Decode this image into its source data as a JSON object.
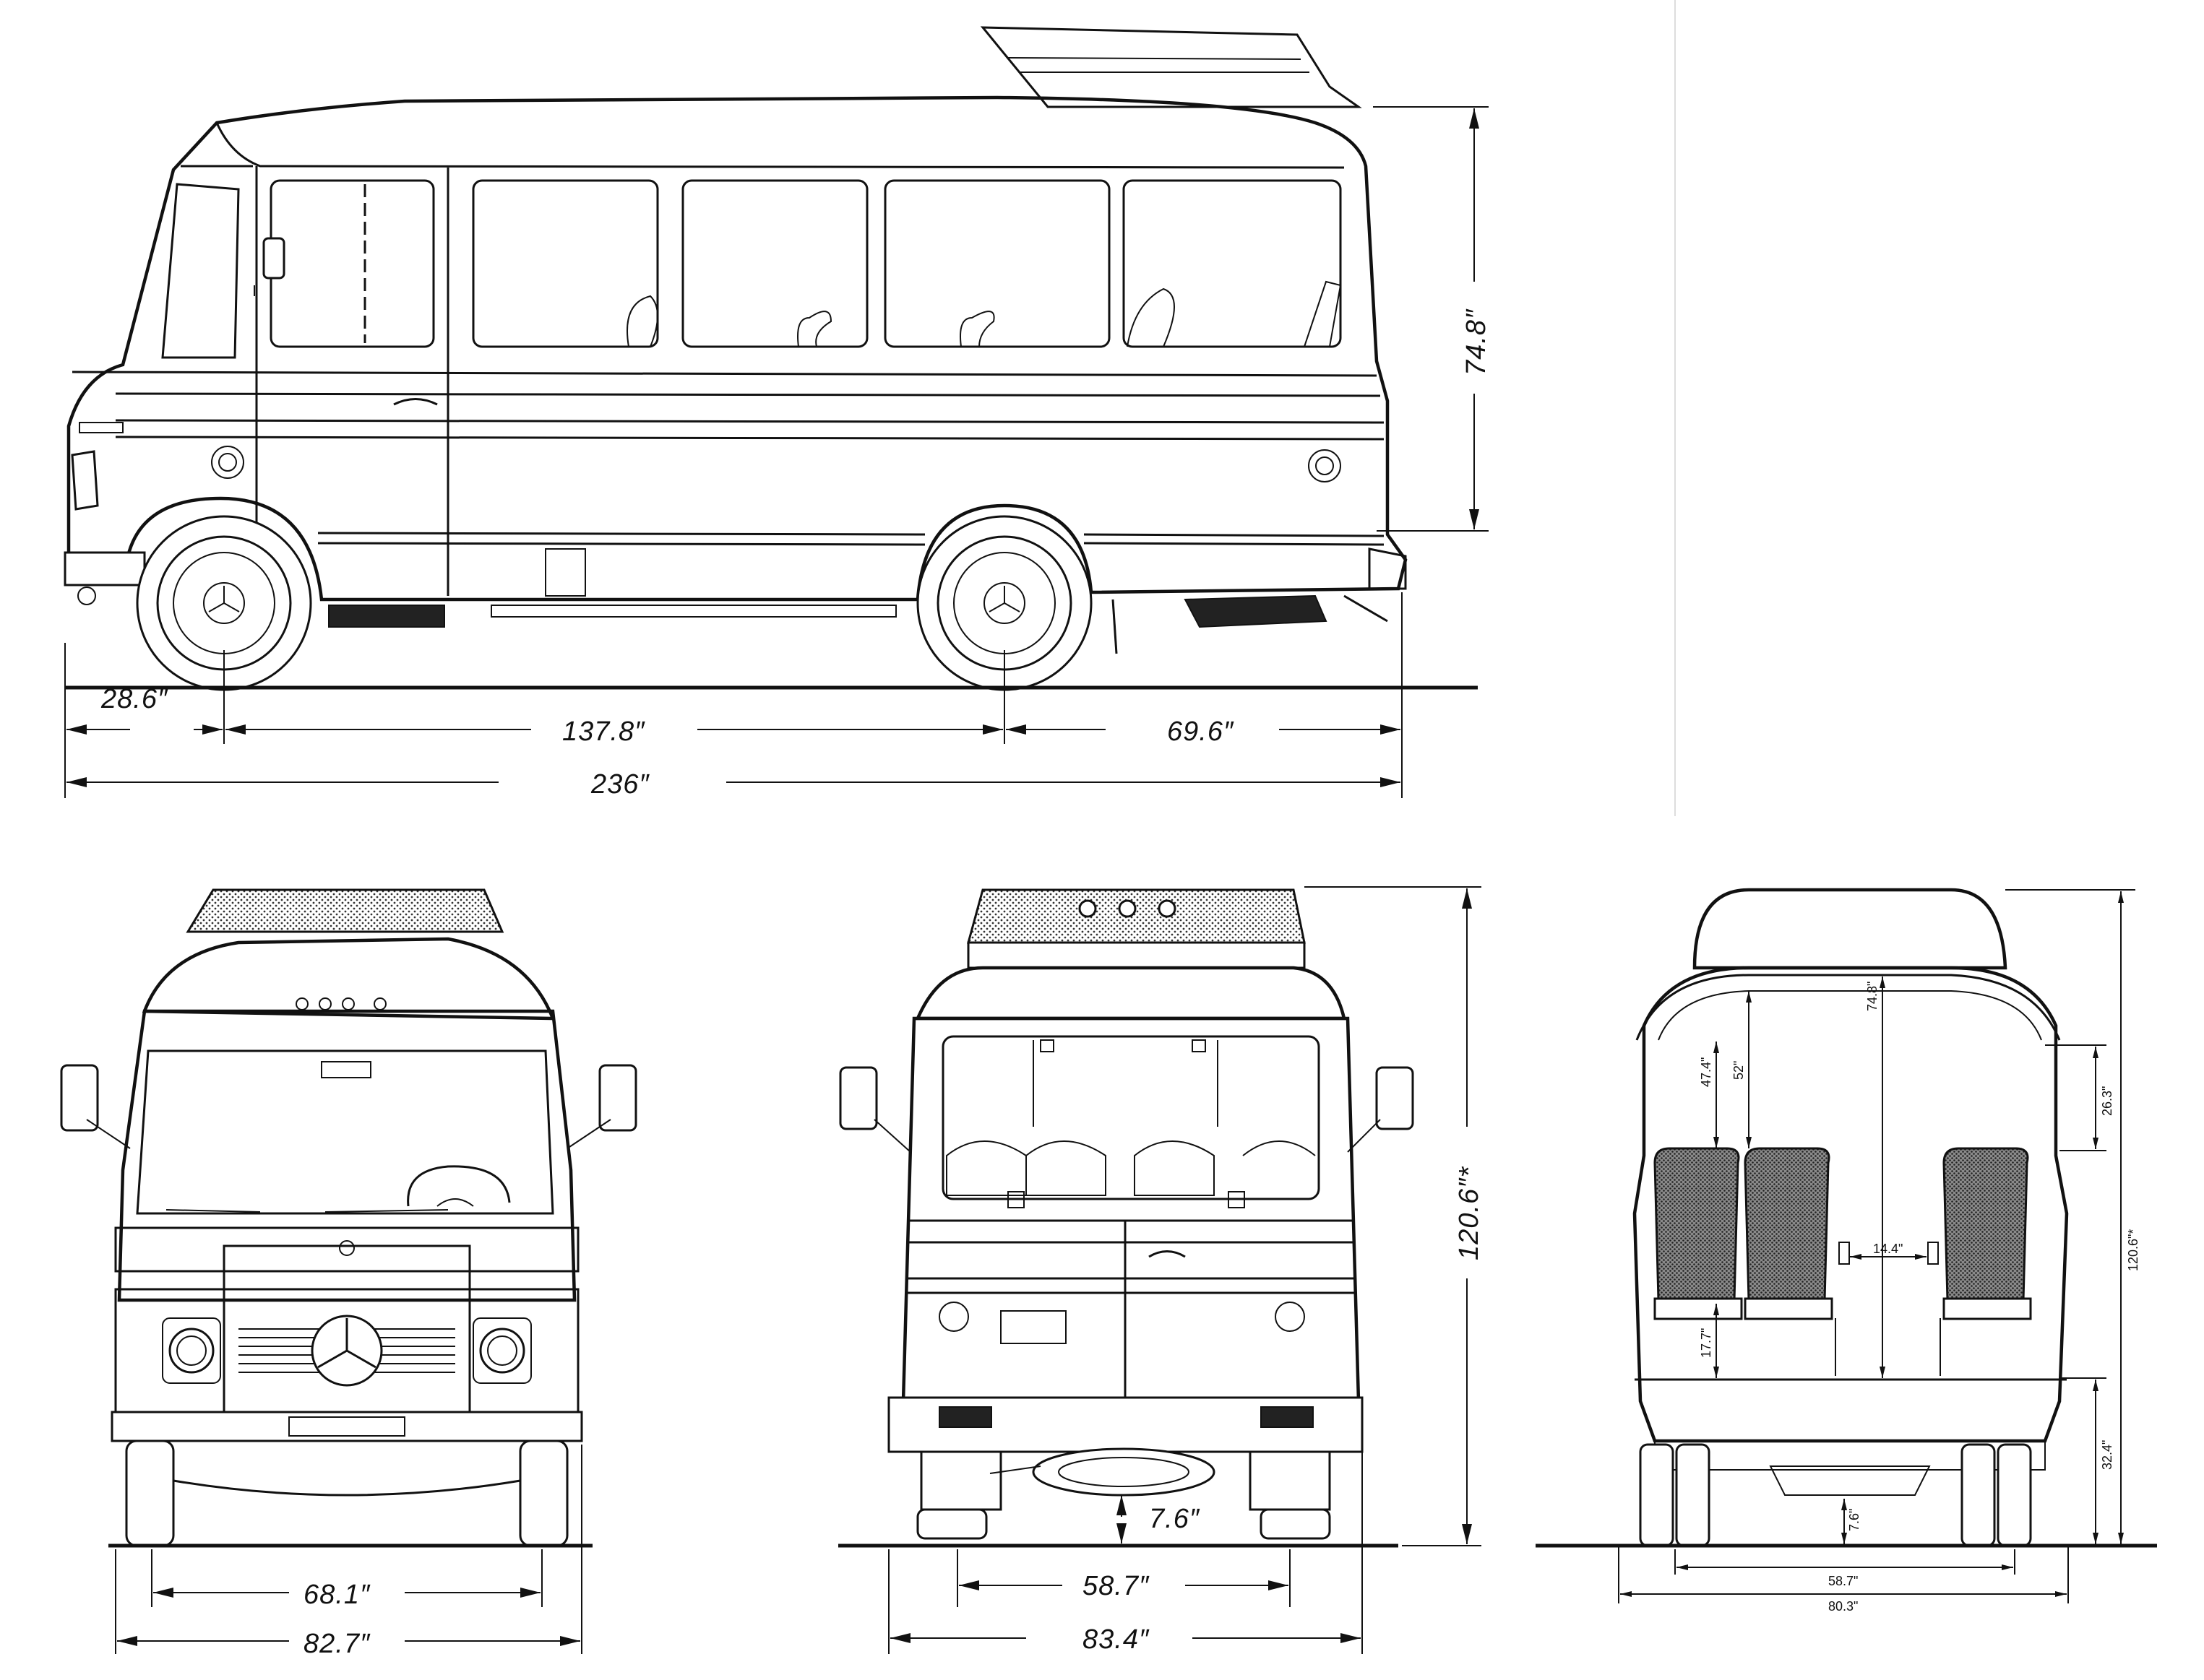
{
  "side_view": {
    "front_overhang": "28.6″",
    "wheelbase": "137.8″",
    "rear_overhang": "69.6″",
    "overall_length": "236″",
    "body_height": "74.8″"
  },
  "front_view": {
    "track_front": "68.1″",
    "width_front": "82.7″"
  },
  "rear_view": {
    "overall_height": "120.6″*",
    "ground_clearance": "7.6″",
    "track_rear": "58.7″",
    "width_rear": "83.4″"
  },
  "section_view": {
    "seat_back_height": "47.4\"",
    "to_window": "52\"",
    "interior_height": "74.8\"",
    "window_band": "26.3\"",
    "aisle_width": "14.4\"",
    "seat_height": "17.7\"",
    "floor_height": "32.4\"",
    "ground_clearance": "7.6\"",
    "track": "58.7\"",
    "width": "80.3\"",
    "total_height": "120.6\"*"
  },
  "colors": {
    "line": "#111111",
    "paper": "#ffffff"
  }
}
